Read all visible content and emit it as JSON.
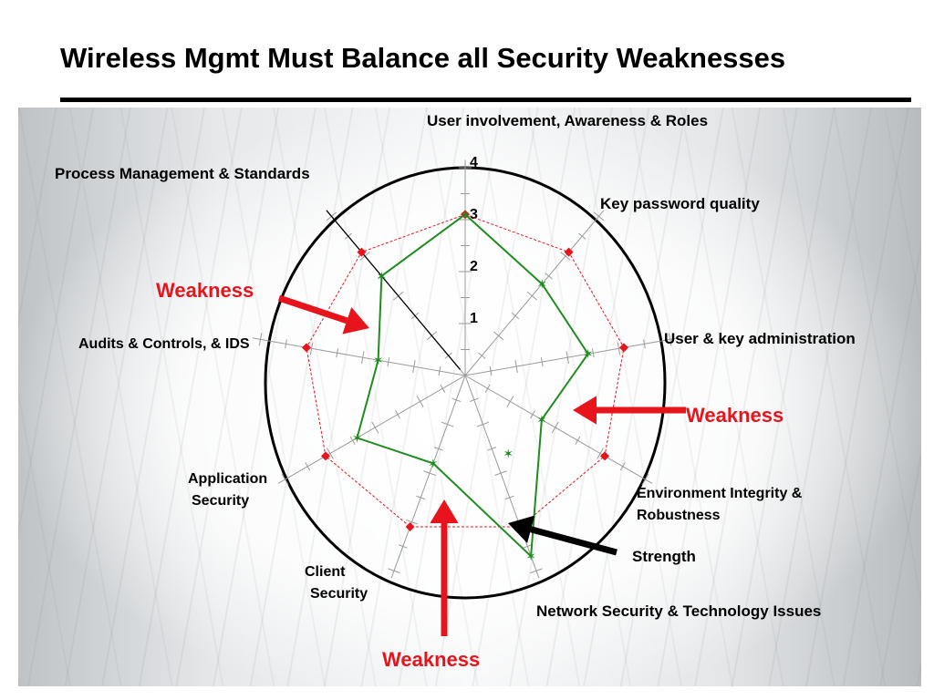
{
  "title": "Wireless Mgmt Must Balance all Security Weaknesses",
  "chart_data": {
    "type": "radar",
    "axes": [
      "User involvement, Awareness & Roles",
      "Key password quality",
      "User & key administration",
      "Environment Integrity & Robustness",
      "Network Security & Technology Issues",
      "Client Security",
      "Application Security",
      "Audits & Controls, & IDS",
      "Process Management & Standards"
    ],
    "axis_label_lines": {
      "environment": [
        "Environment Integrity &",
        "Robustness"
      ],
      "client": [
        "Client",
        "Security"
      ],
      "application": [
        "Application",
        "Security"
      ]
    },
    "scale": {
      "min": 0,
      "max": 4,
      "tick_labels": [
        "1",
        "2",
        "3",
        "4"
      ]
    },
    "series": [
      {
        "values": [
          3.1,
          3.1,
          3.1,
          3.1,
          3.1,
          3.1,
          3.1,
          3.1,
          3.1
        ],
        "color": "#e8141c",
        "style": "dashed",
        "marker": "diamond"
      },
      {
        "values": [
          3.1,
          2.3,
          2.4,
          1.7,
          3.7,
          1.8,
          2.4,
          1.7,
          2.5
        ],
        "color": "#1e8c1e",
        "style": "solid",
        "marker": "star"
      }
    ],
    "stray_marker": {
      "axis_index": 4,
      "value": 1.6
    }
  },
  "annotations": {
    "weakness_label": "Weakness",
    "strength_label": "Strength"
  },
  "colors": {
    "weakness_text": "#e8141c",
    "arrow_red": "#e8141c",
    "arrow_black": "#000000"
  }
}
